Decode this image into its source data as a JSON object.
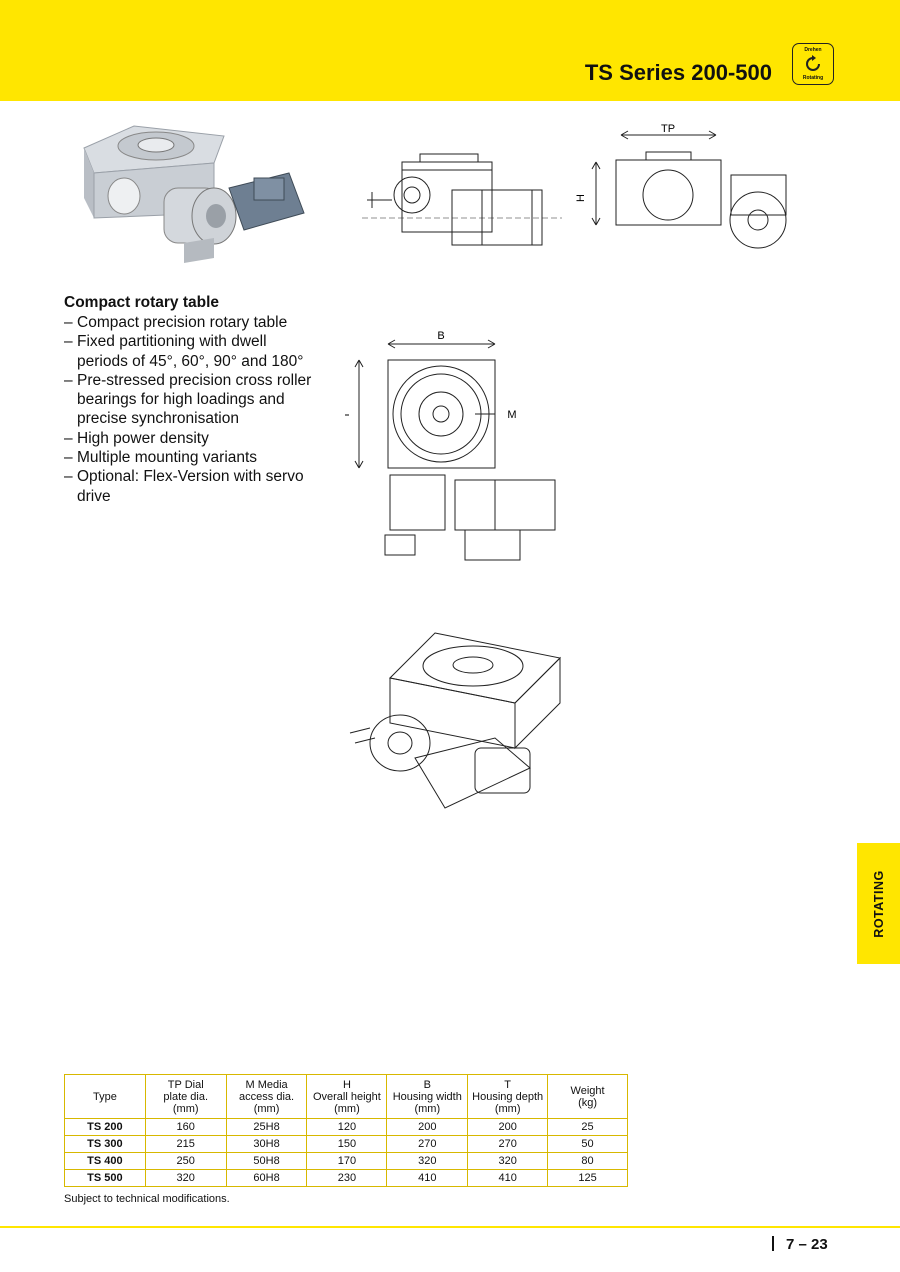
{
  "header": {
    "title": "TS Series 200-500",
    "badge_top": "Drehen",
    "badge_bottom": "Rotating"
  },
  "features": {
    "heading": "Compact rotary table",
    "items": [
      "Compact precision rotary table",
      "Fixed partitioning with dwell periods of 45°, 60°, 90° and 180°",
      "Pre-stressed precision cross roller bearings for high loadings and precise synchronisation",
      "High power density",
      "Multiple mounting variants",
      "Optional: Flex-Version with servo drive"
    ]
  },
  "drawings": {
    "tp_label": "TP",
    "h_label": "H",
    "b_label": "B",
    "t_label": "T",
    "m_label": "M"
  },
  "side_tab": "ROTATING",
  "table": {
    "headers": [
      [
        "Type"
      ],
      [
        "TP Dial",
        "plate dia.",
        "(mm)"
      ],
      [
        "M Media",
        "access dia.",
        "(mm)"
      ],
      [
        "H",
        "Overall height",
        "(mm)"
      ],
      [
        "B",
        "Housing width",
        "(mm)"
      ],
      [
        "T",
        "Housing depth",
        "(mm)"
      ],
      [
        "Weight",
        "(kg)"
      ]
    ],
    "rows": [
      [
        "TS 200",
        "160",
        "25H8",
        "120",
        "200",
        "200",
        "25"
      ],
      [
        "TS 300",
        "215",
        "30H8",
        "150",
        "270",
        "270",
        "50"
      ],
      [
        "TS 400",
        "250",
        "50H8",
        "170",
        "320",
        "320",
        "80"
      ],
      [
        "TS 500",
        "320",
        "60H8",
        "230",
        "410",
        "410",
        "125"
      ]
    ]
  },
  "footnote": "Subject to technical modifications.",
  "page_number": "7 – 23"
}
